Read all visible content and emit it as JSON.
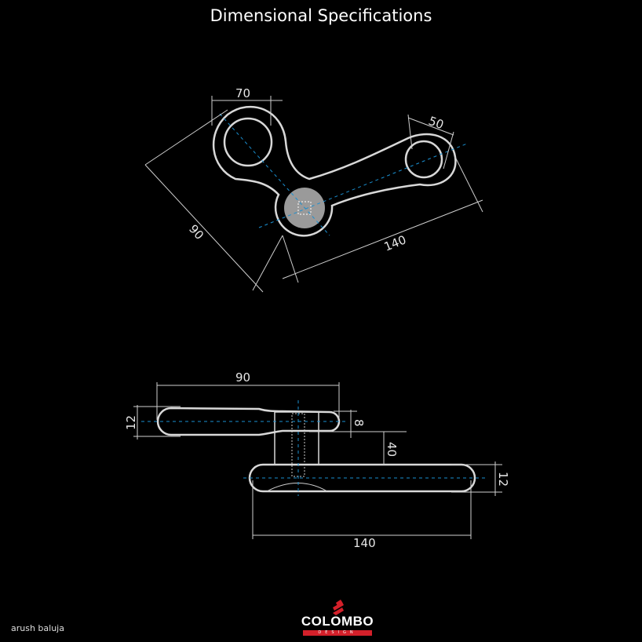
{
  "title": "Dimensional Specifications",
  "top_view": {
    "dims": {
      "ring_left": "70",
      "ring_right": "50",
      "width": "90",
      "length": "140"
    }
  },
  "side_view": {
    "dims": {
      "upper_length": "90",
      "upper_height": "12",
      "upper_tip": "8",
      "offset": "40",
      "lower_height": "12",
      "lower_length": "140"
    }
  },
  "credit": "arush baluja",
  "logo": {
    "brand": "COLOMBO",
    "sub": "DESIGN",
    "accent": "#d3202a"
  }
}
